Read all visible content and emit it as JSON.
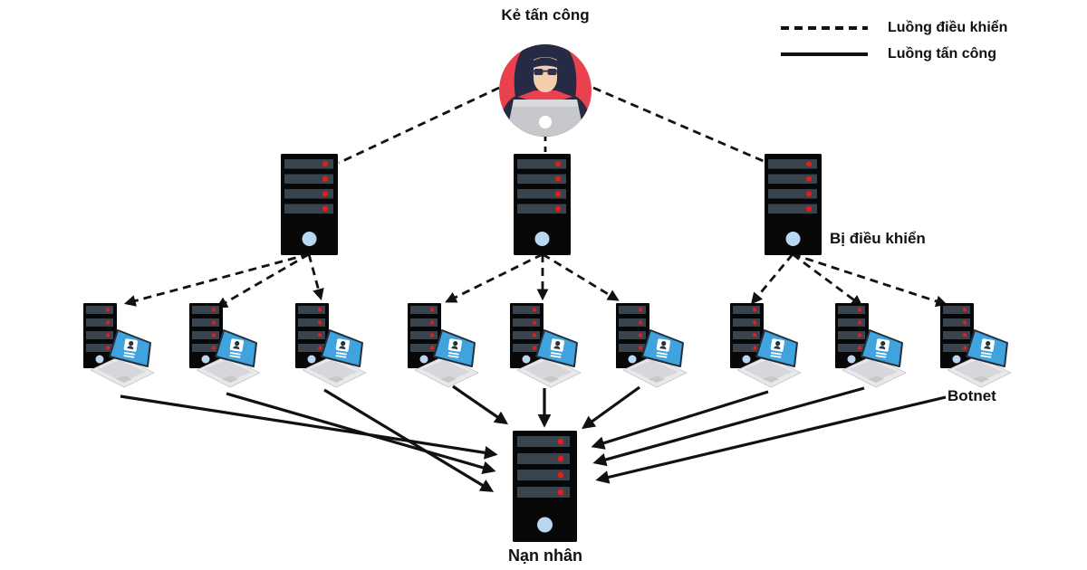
{
  "labels": {
    "attacker": "Kẻ tấn công",
    "controlled": "Bị điều khiển",
    "botnet": "Botnet",
    "victim": "Nạn nhân"
  },
  "legend": {
    "items": [
      {
        "style": "dashed",
        "label": "Luồng điều khiển"
      },
      {
        "style": "solid",
        "label": "Luồng tấn công"
      }
    ]
  },
  "topology": {
    "attacker_count": 1,
    "control_server_count": 3,
    "bot_count": 9,
    "victim_count": 1,
    "control_edges": "attacker→3 servers, each server→3 bots (dashed)",
    "attack_edges": "9 bots→victim (solid)"
  },
  "icons": {
    "attacker": "hacker-avatar-icon",
    "control_server": "server-tower-icon",
    "bot": "server-with-laptop-icon",
    "victim": "server-tower-icon"
  },
  "colors": {
    "line": "#111111",
    "tower-body": "#070707",
    "tower-bar": "#3a444e",
    "led-red": "#e81c1c",
    "power-blue": "#b9d7f2",
    "screen-blue": "#41a3dd",
    "screen-border": "#23303c",
    "avatar-red": "#ea4150",
    "hoodie-navy": "#262a44",
    "skin-tan": "#f3cfae",
    "laptop-lid": "#c7c8cc",
    "laptop-base": "#e9e9eb",
    "text": "#111111",
    "bg": "#ffffff"
  }
}
